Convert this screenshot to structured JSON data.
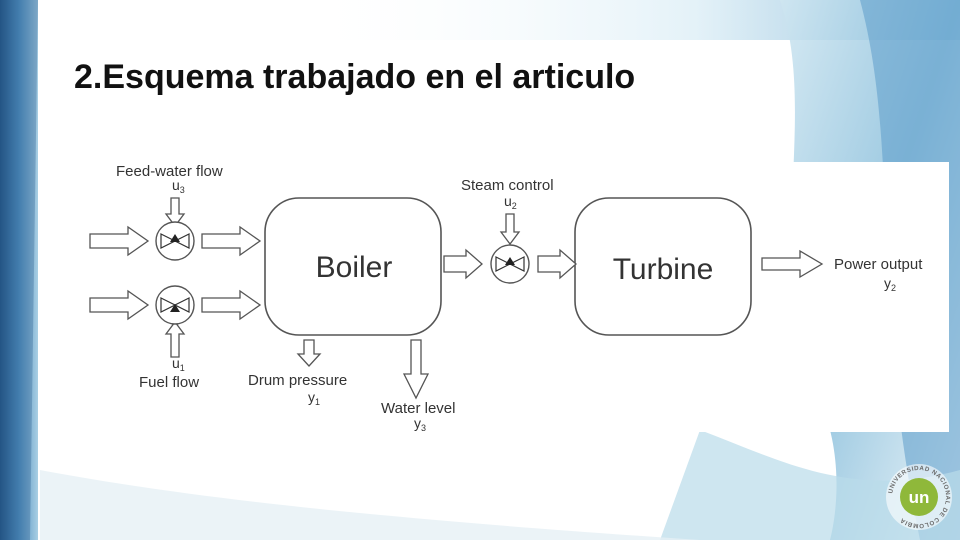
{
  "slide": {
    "title": "2.Esquema trabajado en el articulo"
  },
  "diagram": {
    "blocks": {
      "boiler": "Boiler",
      "turbine": "Turbine"
    },
    "inputs": {
      "feed_water": {
        "label": "Feed-water flow",
        "symbol": "u",
        "index": "3"
      },
      "fuel": {
        "label": "Fuel flow",
        "symbol": "u",
        "index": "1"
      },
      "steam": {
        "label": "Steam control",
        "symbol": "u",
        "index": "2"
      }
    },
    "outputs": {
      "drum_pressure": {
        "label": "Drum pressure",
        "symbol": "y",
        "index": "1"
      },
      "water_level": {
        "label": "Water level",
        "symbol": "y",
        "index": "3"
      },
      "power_output": {
        "label": "Power output",
        "symbol": "y",
        "index": "2"
      }
    }
  },
  "logo": {
    "mark": "un",
    "ring_text": "UNIVERSIDAD NACIONAL DE COLOMBIA",
    "colors": {
      "green": "#8fb83a",
      "gray": "#6b6b6b"
    }
  },
  "colors": {
    "title": "#111111",
    "diagram_stroke": "#555555",
    "background_blue": "#7fb6d6",
    "sidebar_blue": "#2d5f8e"
  }
}
